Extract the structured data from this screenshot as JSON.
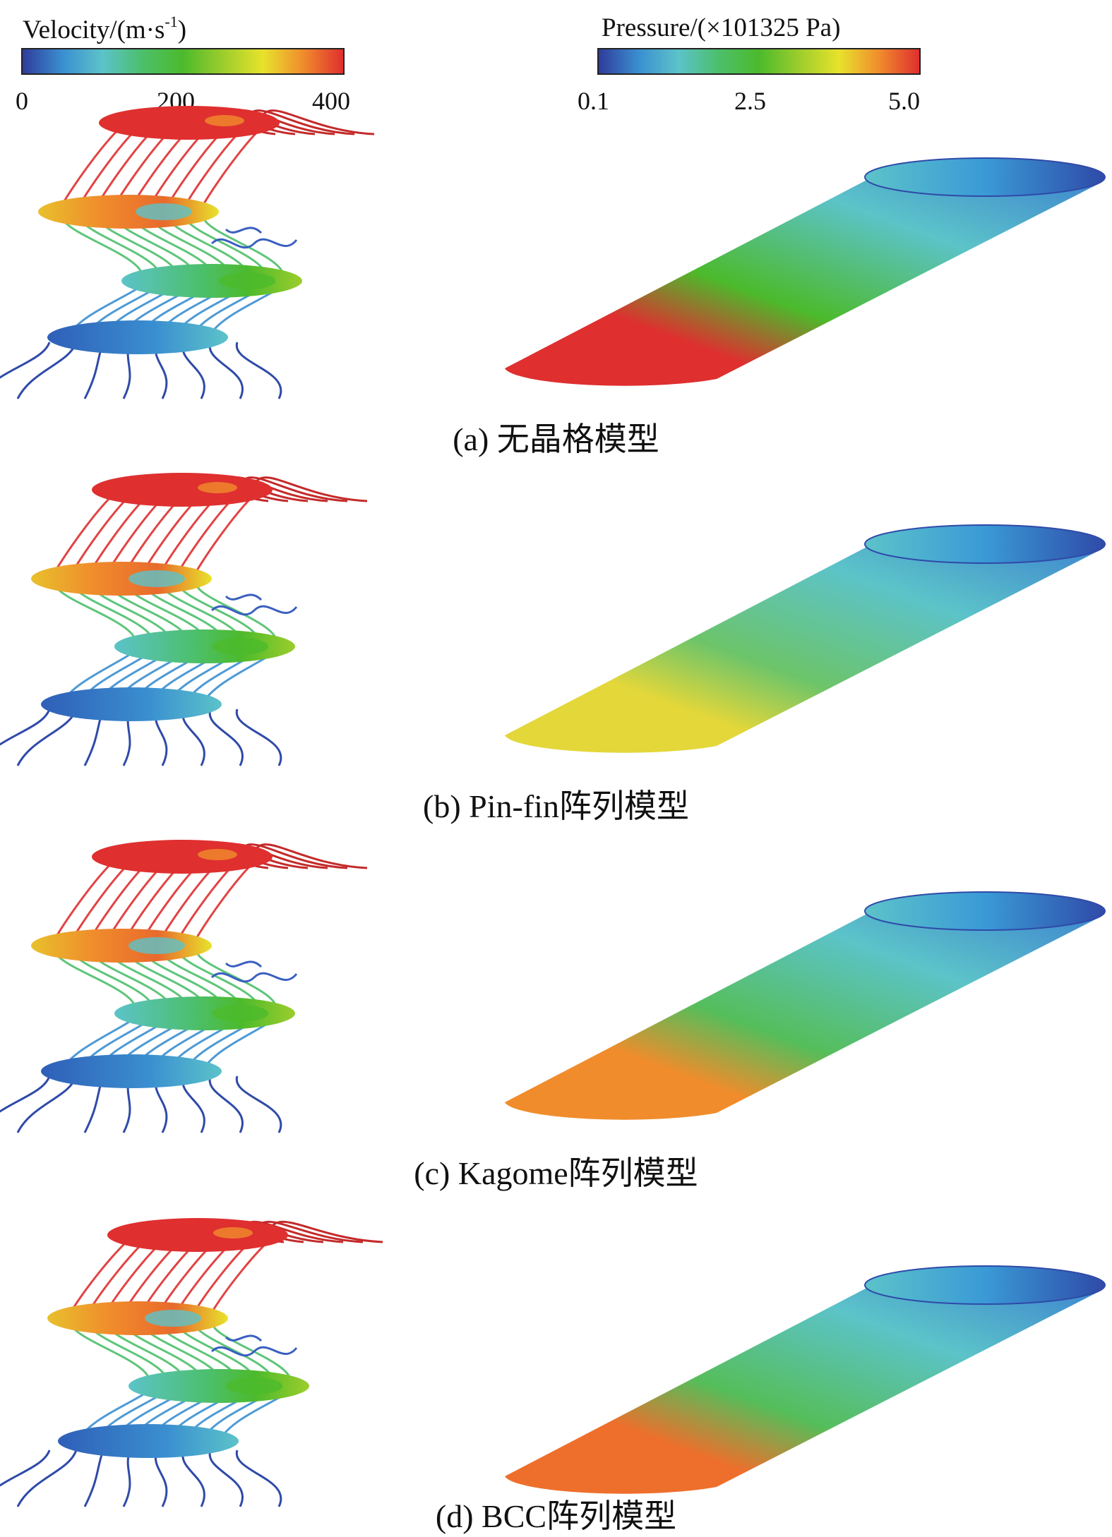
{
  "velocity_legend": {
    "title_prefix": "Velocity/(m·s",
    "title_sup": "-1",
    "title_suffix": ")",
    "ticks": [
      "0",
      "200",
      "400"
    ]
  },
  "pressure_legend": {
    "title": "Pressure/(×101325 Pa)",
    "ticks": [
      "0.1",
      "2.5",
      "5.0"
    ]
  },
  "colormap": [
    "#2f3c9c",
    "#3a8fd0",
    "#5cc3c9",
    "#4cbf6a",
    "#4cba2c",
    "#9ccd2c",
    "#e8e22c",
    "#f08c2c",
    "#df2f2f"
  ],
  "panels": [
    {
      "caption": "(a)  无晶格模型",
      "outlet_pressure_color": "#df2f2f",
      "mid_pressure_color": "#4cba2c"
    },
    {
      "caption": "(b)  Pin-fin阵列模型",
      "outlet_pressure_color": "#e3d73a",
      "mid_pressure_color": "#6cc46a"
    },
    {
      "caption": "(c)  Kagome阵列模型",
      "outlet_pressure_color": "#f08c2c",
      "mid_pressure_color": "#55be5a"
    },
    {
      "caption": "(d)  BCC阵列模型",
      "outlet_pressure_color": "#ee6f2c",
      "mid_pressure_color": "#55be5a"
    }
  ]
}
